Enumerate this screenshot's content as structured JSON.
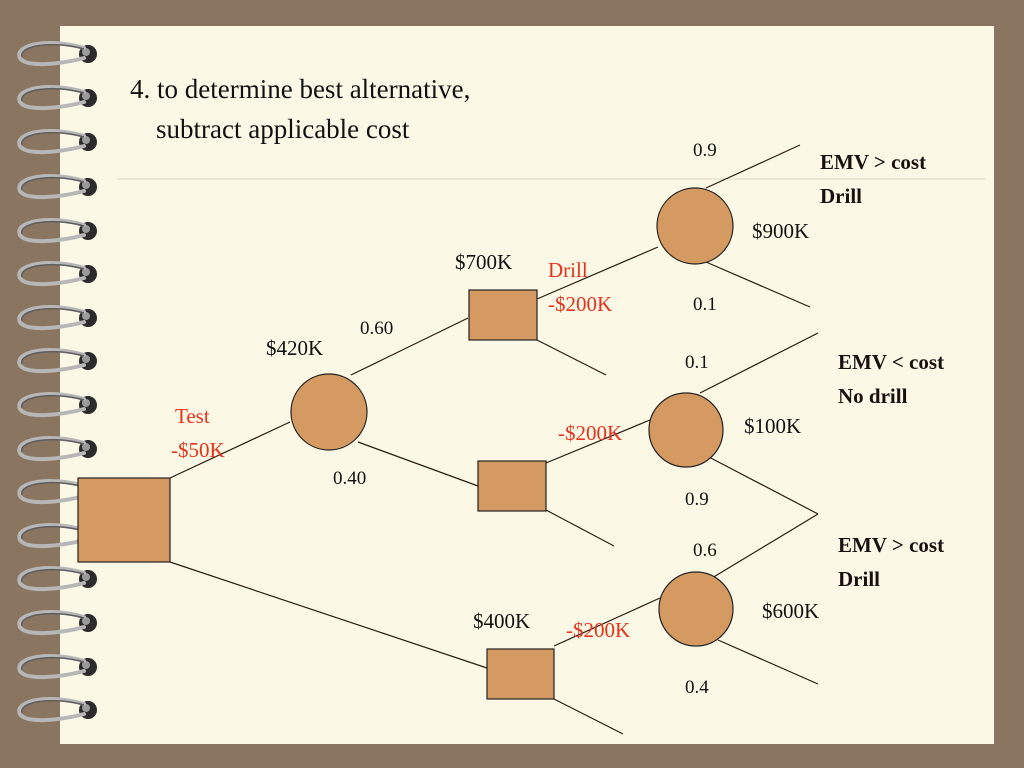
{
  "slide": {
    "title_line1": "4. to determine best alternative,",
    "title_line2": "subtract applicable cost"
  },
  "labels": {
    "test": "Test",
    "test_cost": "-$50K",
    "node_420": "$420K",
    "prob_060": "0.60",
    "prob_040": "0.40",
    "node_700": "$700K",
    "drill": "Drill",
    "drill_cost_top": "-$200K",
    "drill_cost_mid": "-$200K",
    "drill_cost_bottom": "-$200K",
    "node_400": "$400K",
    "prob_09_top": "0.9",
    "prob_01_top": "0.1",
    "value_900": "$900K",
    "prob_01_mid": "0.1",
    "prob_09_mid": "0.9",
    "value_100": "$100K",
    "prob_06": "0.6",
    "prob_04": "0.4",
    "value_600": "$600K"
  },
  "decisions": [
    {
      "rule": "EMV > cost",
      "action": "Drill"
    },
    {
      "rule": "EMV < cost",
      "action": "No drill"
    },
    {
      "rule": "EMV > cost",
      "action": "Drill"
    }
  ],
  "colors": {
    "frame": "#8a7560",
    "paper": "#fbf9e6",
    "node_fill": "#d49a62",
    "red_text": "#e8321c"
  }
}
